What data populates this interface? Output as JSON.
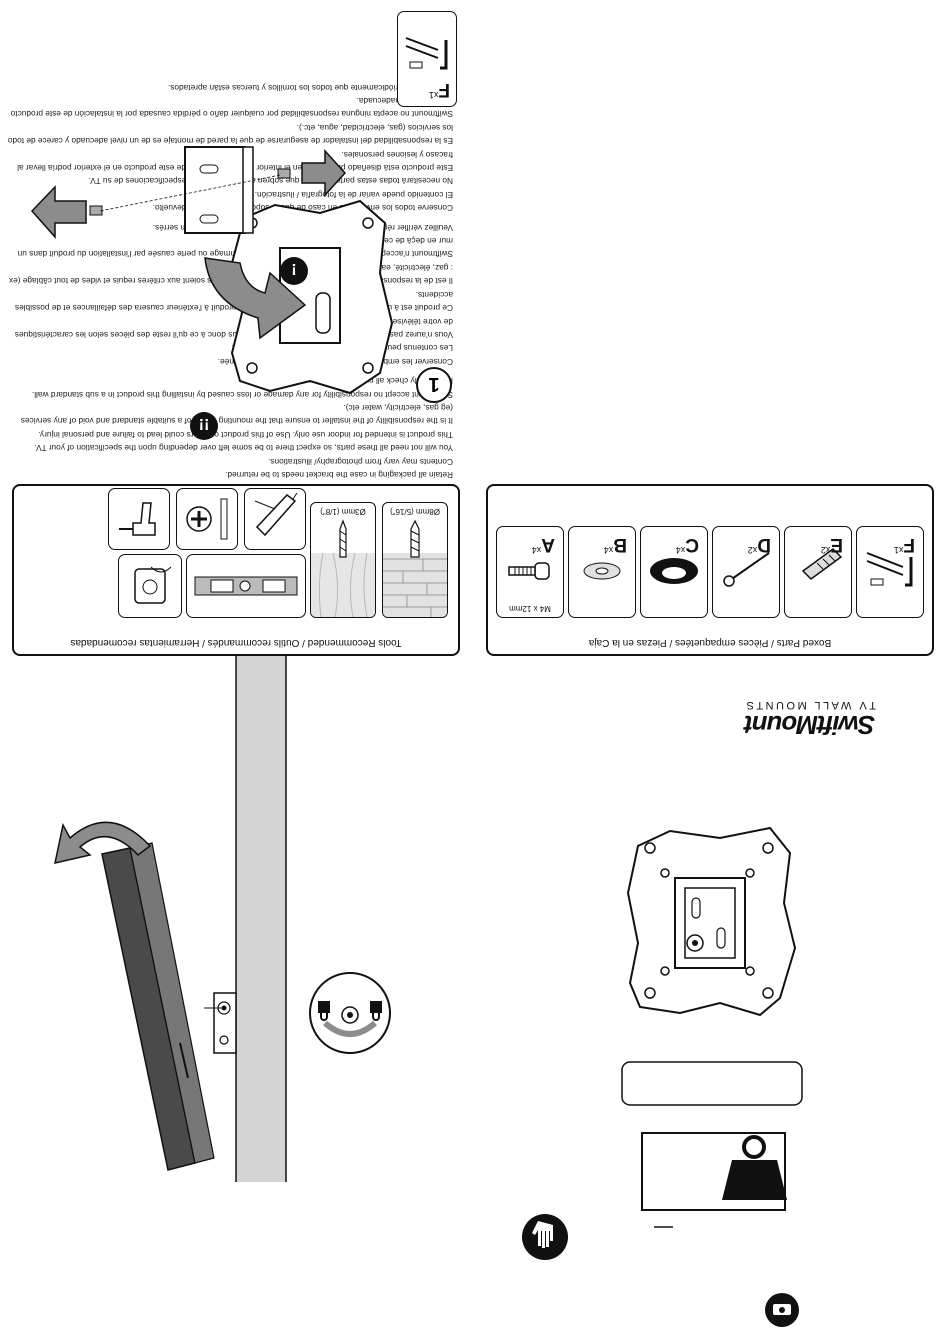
{
  "brand": {
    "name": "SwiftMount",
    "tagline": "TV WALL MOUNTS"
  },
  "boxed_parts": {
    "title": "Boxed Parts / Pièces empaquetées / Piezas en la Caja",
    "items": [
      {
        "letter": "A",
        "count": "x4",
        "spec": "M4 x 12mm",
        "icon": "screw-icon"
      },
      {
        "letter": "B",
        "count": "x4",
        "spec": "",
        "icon": "washer-icon"
      },
      {
        "letter": "C",
        "count": "x4",
        "spec": "",
        "icon": "spacer-icon"
      },
      {
        "letter": "D",
        "count": "x2",
        "spec": "",
        "icon": "wood-screw-icon"
      },
      {
        "letter": "E",
        "count": "x2",
        "spec": "",
        "icon": "wall-plug-icon"
      },
      {
        "letter": "F",
        "count": "x1",
        "spec": "",
        "icon": "allen-key-icon"
      }
    ]
  },
  "tools": {
    "title": "Tools Recommended / Outils recommandés / Herramientas recomendadas",
    "drill_bits": [
      {
        "label": "Ø8mm (5/16\")",
        "wall": "brick"
      },
      {
        "label": "Ø3mm (1/8\")",
        "wall": "wood"
      }
    ],
    "icons": [
      "spirit-level-icon",
      "stud-finder-icon",
      "pencil-icon",
      "screwdriver-icon",
      "drill-icon"
    ]
  },
  "step": {
    "number": "1",
    "part_label": {
      "letter": "F",
      "count": "x1"
    }
  },
  "warnings": {
    "english": [
      "Retain all packaging in case the bracket needs to be returned.",
      "Contents may vary from photography/ illustrations.",
      "You will not need all these parts, so expect there to be some left over depending upon the specification of your TV.",
      "This product is intended for indoor use only.  Use of this product outdoors could lead to failure and personal injury.",
      "It is the responsibility of the installer to ensure that the mounting wall is of a suitable standard and void of any services (eg gas, electricity, water etc).",
      "Swiftmount accept no responsibility for any damage or loss caused by installing this product in a sub standard wall.",
      "Periodically check all nuts and bolts are tight."
    ],
    "french": [
      "Conserver les emballages si l'applique a besoin d'être ramenée.",
      "Les contenus peuvent varier de la photographie/illustrations.",
      "Vous n'aurez pas besoin de toutes ces pièces, attendez-vous donc à ce qu'il reste des pièces selon les caractéristiques de votre téléviseur.",
      "Ce produit est à utiliser à l'intérieur uniquement. Utiliser ce produit à l'extérieur causera des défaillances et de possibles accidents.",
      "Il est de la responsabilité de l'installateur de s'assurer que les murs soient aux critères requis et vides de tout câblage (ex : gaz, électricité, eau etc....)",
      "Swiftmount n'acceptera aucune responsabilité pour tout dommage ou perte causée par l'installation du produit dans un mur en deçà de ces critères.",
      "Veuillez vérifier régulièrement que tous les écrous et les boulons sont bien serrés."
    ],
    "spanish": [
      "Conserve todos los envasados en caso de que el soporte tenga que ser devuelto.",
      "El contenido puede variar de la fotografía / ilustración.",
      "No necesitará todas estas partes, espere que sobren algunas según las especificaciones de su TV.",
      "Este producto está diseñado para el uso en el interior solamente.  El uso de este producto en el exterior podría llevar al fracaso y lesiones personales.",
      "Es la responsabilidad del instalador de asegurarse de que la pared de montaje es de un nivel adecuado y carece de todo los servicios (gas, electricidad, agua, etc.).",
      "Swiftmount no acepta ninguna responsabilidad por cualquier daño o pérdida causada por la instalación de este producto en una pared inadecuada.",
      "Compruebe periódicamente que todos los tornillos y tuercas están apretados."
    ]
  },
  "colors": {
    "ink": "#111111",
    "arrow_gray": "#8c8c8c",
    "wall_gray": "#d4d4d4",
    "tv_dark": "#4a4a4a"
  }
}
